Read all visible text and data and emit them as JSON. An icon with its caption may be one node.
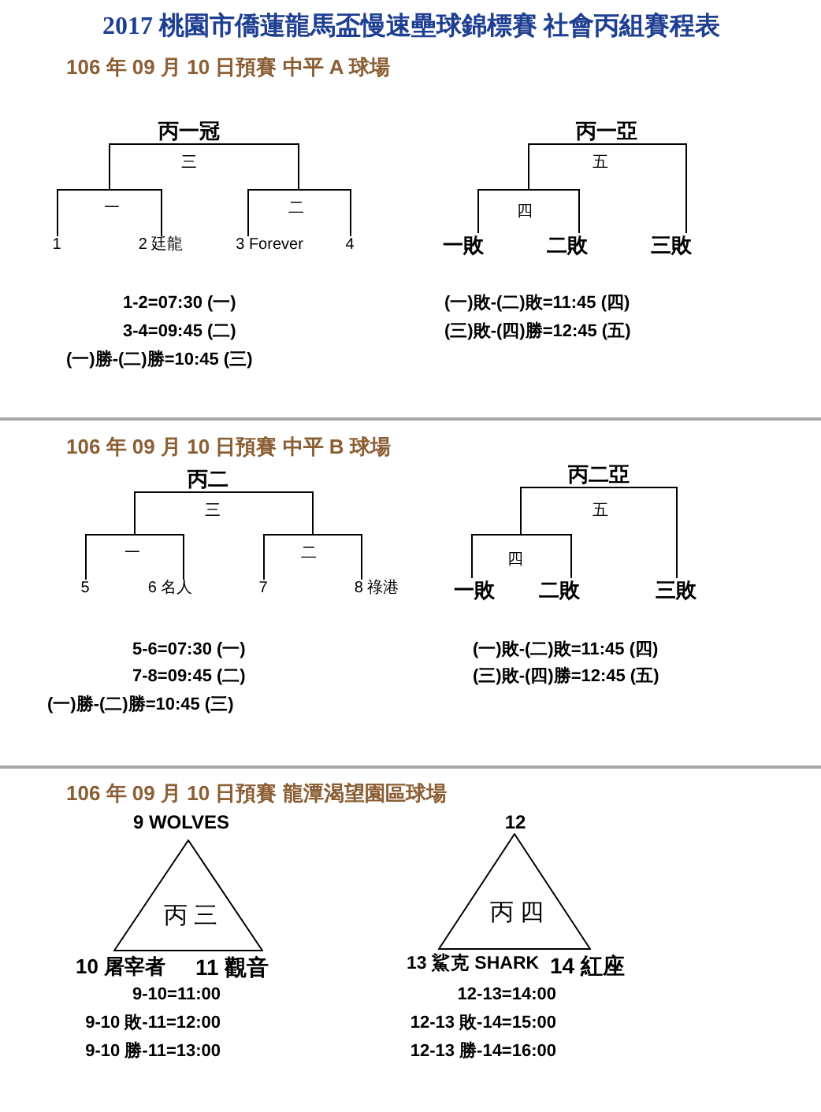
{
  "diagram": {
    "title": "2017 桃園市僑蓮龍馬盃慢速壘球錦標賽 社會丙組賽程表",
    "nodes": [
      {
        "text": [
          "丙一冠"
        ]
      },
      {
        "text": [
          "丙一亞"
        ]
      },
      {
        "text": [
          "1"
        ]
      },
      {
        "text": [
          "2 廷龍"
        ]
      },
      {
        "text": [
          "3 Forever"
        ]
      },
      {
        "text": [
          "4"
        ]
      },
      {
        "text": [
          "一敗"
        ]
      },
      {
        "text": [
          "二敗"
        ]
      },
      {
        "text": [
          "三敗"
        ]
      },
      {
        "text": [
          "丙二"
        ]
      },
      {
        "text": [
          "丙二亞"
        ]
      },
      {
        "text": [
          "5"
        ]
      },
      {
        "text": [
          "6 名人"
        ]
      },
      {
        "text": [
          "7"
        ]
      },
      {
        "text": [
          "8 祿港"
        ]
      },
      {
        "text": [
          "一敗"
        ]
      },
      {
        "text": [
          "二敗"
        ]
      },
      {
        "text": [
          "三敗"
        ]
      },
      {
        "text": [
          "丙 三"
        ],
        "beside": [
          "9 WOLVES",
          "10 屠宰者",
          "11 觀音"
        ]
      },
      {
        "text": [
          "丙 四"
        ],
        "beside": [
          "12",
          "13 鯊克 SHARK",
          "14 紅座"
        ]
      }
    ],
    "edges": [
      {
        "from": 2,
        "to": 0,
        "arrow": "none"
      },
      {
        "from": 3,
        "to": 0,
        "arrow": "none"
      },
      {
        "from": 4,
        "to": 0,
        "arrow": "none"
      },
      {
        "from": 5,
        "to": 0,
        "arrow": "none"
      },
      {
        "from": 6,
        "to": 1,
        "arrow": "none"
      },
      {
        "from": 7,
        "to": 1,
        "arrow": "none"
      },
      {
        "from": 8,
        "to": 1,
        "arrow": "none"
      },
      {
        "from": 11,
        "to": 9,
        "arrow": "none"
      },
      {
        "from": 12,
        "to": 9,
        "arrow": "none"
      },
      {
        "from": 13,
        "to": 9,
        "arrow": "none"
      },
      {
        "from": 14,
        "to": 9,
        "arrow": "none"
      },
      {
        "from": 15,
        "to": 10,
        "arrow": "none"
      },
      {
        "from": 16,
        "to": 10,
        "arrow": "none"
      },
      {
        "from": 17,
        "to": 10,
        "arrow": "none"
      }
    ],
    "labels": [
      "106 年 09 月 10 日預賽 中平 A 球場",
      "三",
      "五",
      "一",
      "二",
      "四",
      "1-2=07:30 (一)",
      "(一)敗-(二)敗=11:45 (四)",
      "3-4=09:45 (二)",
      "(三)敗-(四)勝=12:45 (五)",
      "(一)勝-(二)勝=10:45 (三)",
      "106 年 09 月 10 日預賽 中平 B 球場",
      "三",
      "五",
      "一",
      "二",
      "四",
      "5-6=07:30 (一)",
      "(一)敗-(二)敗=11:45 (四)",
      "7-8=09:45 (二)",
      "(三)敗-(四)勝=12:45 (五)",
      "(一)勝-(二)勝=10:45 (三)",
      "106 年 09 月 10 日預賽 龍潭渴望園區球場",
      "9-10=11:00",
      "12-13=14:00",
      "9-10 敗-11=12:00",
      "12-13 敗-14=15:00",
      "9-10 勝-11=13:00",
      "12-13 勝-14=16:00"
    ]
  }
}
